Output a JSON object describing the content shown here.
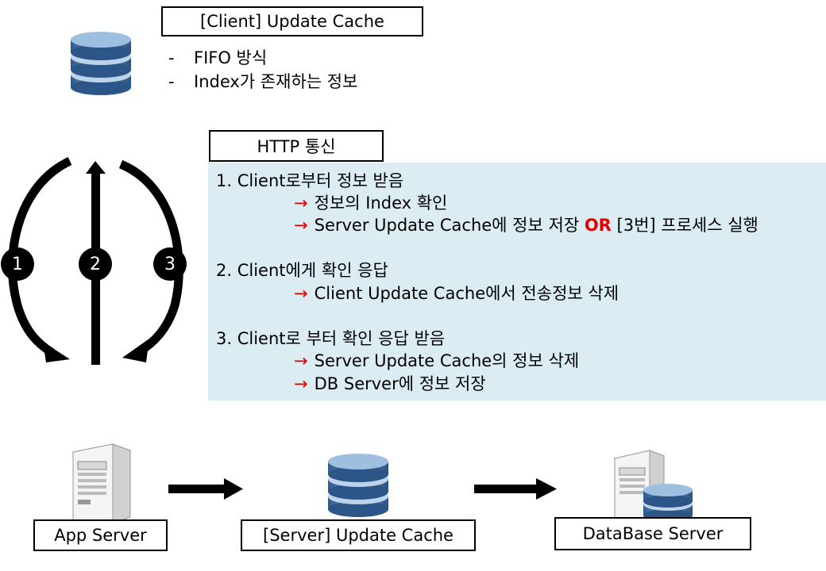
{
  "client_cache": {
    "title": "[Client] Update Cache",
    "bullets": [
      "FIFO 방식",
      "Index가 존재하는 정보"
    ],
    "dash": "-"
  },
  "http": {
    "title": "HTTP 통신"
  },
  "steps": {
    "s1_title": "1.   Client로부터 정보 받음",
    "s1_a": "정보의 Index 확인",
    "s1_b_pre": "Server Update Cache에 정보 저장 ",
    "s1_b_or": "OR",
    "s1_b_post": " [3번] 프로세스 실행",
    "s2_title": "2. Client에게 확인 응답",
    "s2_a": "Client Update Cache에서 전송정보 삭제",
    "s3_title": "3. Client로 부터 확인 응답 받음",
    "s3_a": "Server Update Cache의 정보 삭제",
    "s3_b": "DB Server에 정보 저장",
    "arrow": "→"
  },
  "circles": [
    "1",
    "2",
    "3"
  ],
  "bottom": {
    "app_server": "App Server",
    "server_cache": "[Server] Update Cache",
    "db_server": "DataBase Server"
  },
  "colors": {
    "panel": "#dbecf2",
    "accent_red": "#e00000",
    "db_blue": "#3f6fa5"
  },
  "icons": [
    "database-icon",
    "server-icon",
    "database-server-icon",
    "curved-arrow-icon",
    "right-arrow-icon"
  ]
}
